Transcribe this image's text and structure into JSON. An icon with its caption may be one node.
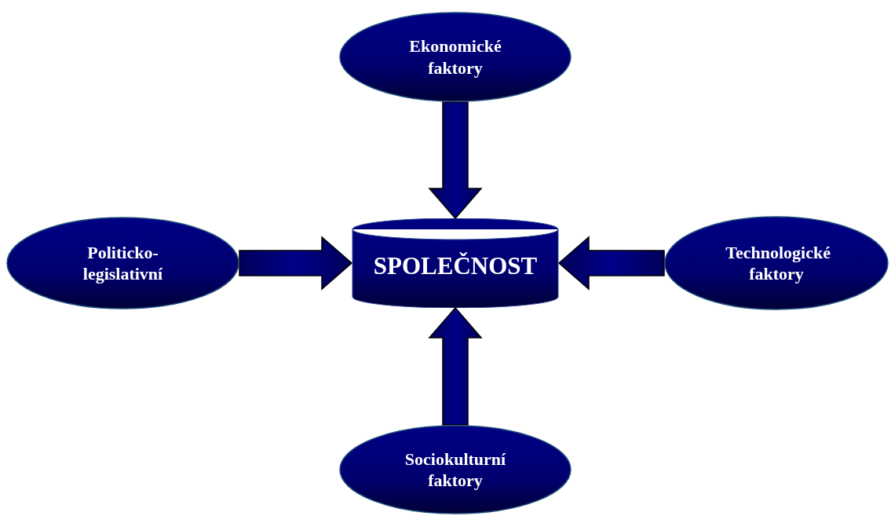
{
  "diagram": {
    "nodes": [
      {
        "text": [
          "Ekonomické faktory"
        ]
      },
      {
        "text": [
          "Politicko-legislativní"
        ]
      },
      {
        "text": [
          "SPOLEČNOST"
        ]
      },
      {
        "text": [
          "Technologické faktory"
        ]
      },
      {
        "text": [
          "Sociokulturní faktory"
        ]
      }
    ],
    "edges": [
      {
        "from": 0,
        "to": 2,
        "arrow": "to"
      },
      {
        "from": 1,
        "to": 2,
        "arrow": "to"
      },
      {
        "from": 3,
        "to": 2,
        "arrow": "to"
      },
      {
        "from": 4,
        "to": 2,
        "arrow": "to"
      }
    ]
  }
}
